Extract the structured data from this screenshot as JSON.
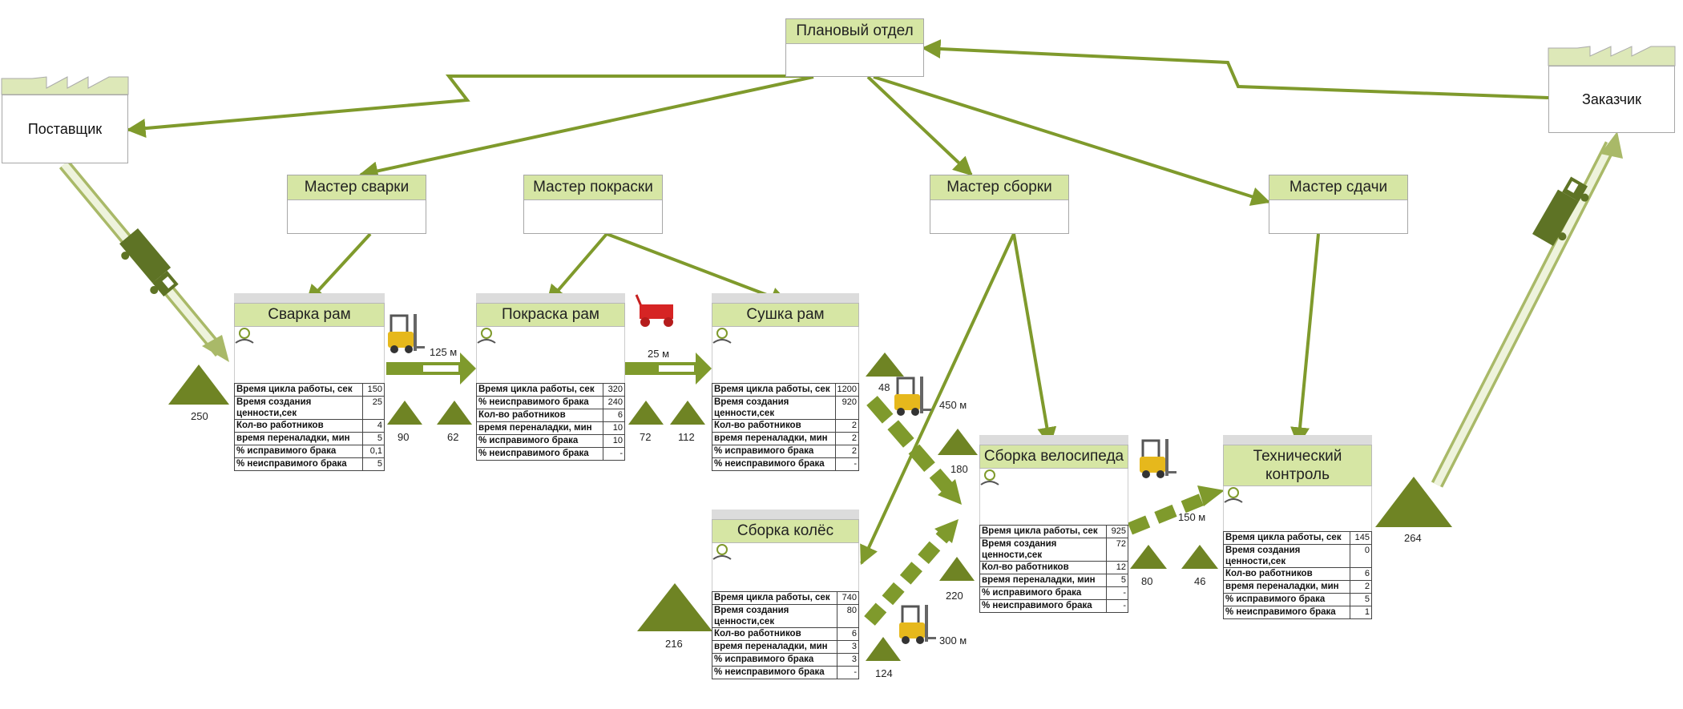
{
  "diagram": {
    "planning": "Плановый отдел",
    "supplier": "Поставщик",
    "customer": "Заказчик",
    "masters": {
      "welding": "Мастер сварки",
      "painting": "Мастер покраски",
      "assembly": "Мастер сборки",
      "delivery": "Мастер сдачи"
    },
    "processes": {
      "weld": {
        "title": "Сварка рам",
        "rows": [
          {
            "k": "Время цикла работы, сек",
            "v": "150"
          },
          {
            "k": "Время создания ценности,сек",
            "v": "25"
          },
          {
            "k": "Кол-во работников",
            "v": "4"
          },
          {
            "k": "время переналадки, мин",
            "v": "5"
          },
          {
            "k": "% исправимого брака",
            "v": "0,1"
          },
          {
            "k": "% неисправимого брака",
            "v": "5"
          }
        ]
      },
      "paint": {
        "title": "Покраска рам",
        "rows": [
          {
            "k": "Время цикла работы, сек",
            "v": "320"
          },
          {
            "k": "% неисправимого брака",
            "v": "240"
          },
          {
            "k": "Кол-во работников",
            "v": "6"
          },
          {
            "k": "время переналадки, мин",
            "v": "10"
          },
          {
            "k": "% исправимого брака",
            "v": "10"
          },
          {
            "k": "% неисправимого брака",
            "v": "-"
          }
        ]
      },
      "dry": {
        "title": "Сушка рам",
        "rows": [
          {
            "k": "Время цикла работы, сек",
            "v": "1200"
          },
          {
            "k": "Время создания ценности,сек",
            "v": "920"
          },
          {
            "k": "Кол-во работников",
            "v": "2"
          },
          {
            "k": "время переналадки, мин",
            "v": "2"
          },
          {
            "k": "% исправимого брака",
            "v": "2"
          },
          {
            "k": "% неисправимого брака",
            "v": "-"
          }
        ]
      },
      "bike": {
        "title": "Сборка велосипеда",
        "rows": [
          {
            "k": "Время цикла работы, сек",
            "v": "925"
          },
          {
            "k": "Время создания ценности,сек",
            "v": "72"
          },
          {
            "k": "Кол-во работников",
            "v": "12"
          },
          {
            "k": "время переналадки, мин",
            "v": "5"
          },
          {
            "k": "% исправимого брака",
            "v": "-"
          },
          {
            "k": "% неисправимого брака",
            "v": "-"
          }
        ]
      },
      "qc": {
        "title": "Технический контроль",
        "rows": [
          {
            "k": "Время цикла работы, сек",
            "v": "145"
          },
          {
            "k": "Время создания ценности,сек",
            "v": "0"
          },
          {
            "k": "Кол-во работников",
            "v": "6"
          },
          {
            "k": "время переналадки, мин",
            "v": "2"
          },
          {
            "k": "% исправимого брака",
            "v": "5"
          },
          {
            "k": "% неисправимого брака",
            "v": "1"
          }
        ]
      },
      "wheels": {
        "title": "Сборка колёс",
        "rows": [
          {
            "k": "Время цикла работы, сек",
            "v": "740"
          },
          {
            "k": "Время создания ценности,сек",
            "v": "80"
          },
          {
            "k": "Кол-во работников",
            "v": "6"
          },
          {
            "k": "время переналадки, мин",
            "v": "3"
          },
          {
            "k": "% исправимого брака",
            "v": "3"
          },
          {
            "k": "% неисправимого брака",
            "v": "-"
          }
        ]
      }
    },
    "inventory": {
      "i250": "250",
      "i90": "90",
      "i62": "62",
      "i72": "72",
      "i112": "112",
      "i48": "48",
      "i180": "180",
      "i220": "220",
      "i80": "80",
      "i46": "46",
      "i264": "264",
      "i216": "216",
      "i124": "124"
    },
    "distances": {
      "d125": "125 м",
      "d25": "25 м",
      "d450": "450 м",
      "d150": "150 м",
      "d300": "300 м"
    },
    "colors": {
      "accent": "#7f9a2c",
      "header": "#d6e6a4",
      "dark": "#6b7f2a"
    }
  }
}
